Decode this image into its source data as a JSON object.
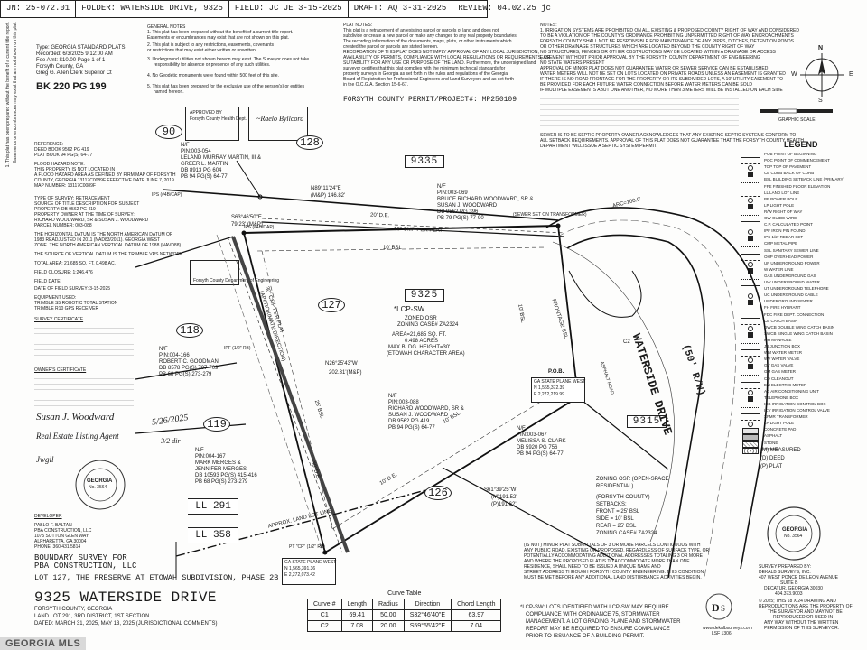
{
  "header": {
    "jn": "JN: 25-072.01",
    "folder": "FOLDER: WATERSIDE DRIVE, 9325",
    "field": "FIELD: JC JE 3-15-2025",
    "draft": "DRAFT: AQ 3-31-2025",
    "review": "REVIEW: 04.02.25 jc"
  },
  "recording": {
    "type": "Type: GEORGIA STANDARD PLATS",
    "recorded": "Recorded: 6/3/2025 9:12:00 AM",
    "fee": "Fee Amt: $10.00 Page 1 of 1",
    "county": "Forsyth County, GA",
    "clerk": "Greg G. Allen Clerk Superior Ct",
    "bk": "BK 220 PG 199"
  },
  "notes_left": {
    "general_title": "GENERAL NOTES",
    "g1": "1. This plat has been prepared without the benefit of a current title report.",
    "g2": "Easements or encumbrances may exist that are not shown on this plat.",
    "g3": "2. This plat is subject to any restrictions, easements, covenants",
    "g4": "or restrictions that may exist either written or unwritten.",
    "g5": "3. Underground utilities not shown hereon may exist. The Surveyor does not take",
    "g6": "responsibility for absence or presence of any such utilities.",
    "g7": "4. No Geodetic monuments were found within 500 feet of this site.",
    "g8": "5. This plat has been prepared for the exclusive use of the person(s) or entities",
    "g9": "named hereon.",
    "reference_title": "REFERENCE:",
    "r1": "DEED BOOK 9562 PG 419",
    "r2": "PLAT BOOK 94 PG(S) 64-77",
    "flood_title": "FLOOD HAZARD NOTE:",
    "f1": "THIS PROPERTY IS NOT LOCATED IN",
    "f2": "A FLOOD HAZARD AREA AS DEFINED BY FIRM MAP OF FORSYTH",
    "f3": "COUNTY, GEORGIA 13117C0089F EFFECTIVE DATE JUNE 7, 2019",
    "f4": "MAP NUMBER: 13117C0089F",
    "survey_title": "TYPE OF SURVEY: RETRACEMENT",
    "s1": "SOURCE OF TITLE DESCRIPTION FOR SUBJECT",
    "s2": "PROPERTY: DB 9562 PG 419",
    "s3": "PROPERTY OWNER AT THE TIME OF SURVEY:",
    "s4": "RICHARD WOODWARD, SR & SUSAN J. WOODWARD",
    "s5": "PARCEL NUMBER: 003-088",
    "datum1": "THE HORIZONTAL DATUM IS THE NORTH AMERICAN DATUM OF",
    "datum2": "1983 READJUSTED IN 2011 (NAD83/2011). GEORGIA WEST",
    "datum3": "ZONE. THE NORTH AMERICAN VERTICAL DATUM OF 1988 (NAVD88)",
    "network": "THE SOURCE OF VERTICAL DATUM IS THE TRIMBLE VRS NETWORK",
    "total_area": "TOTAL AREA: 21,685 SQ. FT. 0.498 AC.",
    "field_closure": "FIELD CLOSURE: 1:246,476",
    "field_date": "FIELD DATE:",
    "field_survey": "DATE OF FIELD SURVEY: 3-15-2025",
    "equipment_title": "EQUIPMENT USED:",
    "e1": "TRIMBLE S5 ROBOTIC TOTAL STATION",
    "e2": "TRIMBLE R10 GPS RECEIVER",
    "cert_title": "SURVEY CERTIFICATE",
    "owner_title": "OWNER'S CERTIFICATE",
    "developer_title": "DEVELOPER",
    "dev1": "PABLO F. BALTAN",
    "dev2": "PBA CONSTRUCTION, LLC",
    "dev3": "1075 SUTTON GLEN WAY",
    "dev4": "ALPHARETTA, GA 30004",
    "dev5": "PHONE: 360.431.5814"
  },
  "signatures": {
    "sig1": "Susan J. Woodward",
    "sig1_date": "5/26/2025",
    "sig2": "Real Estate Listing Agent",
    "sig2_date": "3/2 dir"
  },
  "seal": {
    "ring": "GEORGIA · REGISTERED · PROFESSIONAL · LAND SURVEYOR",
    "name": "GEORGIA",
    "no": "No. 3564"
  },
  "title_block": {
    "line1": "BOUNDARY SURVEY FOR",
    "line2": "PBA CONSTRUCTION, LLC",
    "line3": "LOT 127, THE PRESERVE AT ETOWAH SUBDIVISION, PHASE 2B",
    "address": "9325 WATERSIDE DRIVE",
    "county": "FORSYTH COUNTY, GEORGIA",
    "land_lot": "LAND LOT 291, 3RD DISTRICT, 1ST SECTION",
    "dated": "DATED: MARCH 31, 2025, MAY 13, 2025 (JURISDICTIONAL COMMENTS)"
  },
  "plat_notes_center": {
    "title": "PLAT NOTES:",
    "n1": "This plat is a retracement of an existing parcel or parcels of land and does not",
    "n2": "subdivide or create a new parcel or make any changes to any real property boundaries.",
    "n3": "The recording information of the documents, maps, plats, or other instruments which",
    "n4": "created the parcel or parcels are stated hereon.",
    "n5": "RECORDATION OF THIS PLAT DOES NOT IMPLY APPROVAL OF ANY LOCAL JURISDICTION,",
    "n6": "AVAILABILITY OF PERMITS, COMPLIANCE WITH LOCAL REGULATIONS OR REQUIREMENTS, OR",
    "n7": "SUITABILITY FOR ANY USE OR PURPOSE OF THE LAND. Furthermore, the undersigned land",
    "n8": "surveyor certifies that this plat complies with the minimum technical standards for",
    "n9": "property surveys in Georgia as set forth in the rules and regulations of the Georgia",
    "n10": "Board of Registration for Professional Engineers and Land Surveyors and as set forth",
    "n11": "in the O.C.G.A. Section 15-6-67.",
    "permit": "FORSYTH COUNTY PERMIT/PROJECT#: MP250109"
  },
  "approval": {
    "title1": "APPROVED BY",
    "title2": "Forsyth County Health Dept.",
    "stamp": "Forsyth County Department of Engineering"
  },
  "notes_right": {
    "title": "NOTES:",
    "n1": "1. IRRIGATION SYSTEMS ARE PROHIBITED ON ALL EXISTING & PROPOSED COUNTY RIGHT OF WAY AND CONSIDERED",
    "n2": "TO BE A VIOLATION OF THE COUNTY'S ORDINANCE PROHIBITING UNPERMITTED RIGHT OF WAY ENCROACHMENTS",
    "n3": "FORSYTH COUNTY SHALL NOT BE RESPONSIBLE FOR MAINTENANCE OF ANY PIPES, DITCHES, DETENTION PONDS",
    "n4": "OR OTHER DRAINAGE STRUCTURES WHICH ARE LOCATED BEYOND THE COUNTY RIGHT OF WAY",
    "n5": "NO STRUCTURES, FENCES OR OTHER OBSTRUCTIONS MAY BE LOCATED WITHIN A DRAINAGE OR ACCESS",
    "n6": "EASEMENT WITHOUT PRIOR APPROVAL BY THE FORSYTH COUNTY DEPARTMENT OF ENGINEERING",
    "n7": "NO STATE WATERS PRESENT",
    "n8": "APPROVAL OF MINOR PLAT DOES NOT GUARANTEE WATER OR SEWER SERVICE CAN BE ESTABLISHED",
    "n9": "WATER METERS WILL NOT BE SET ON LOTS LOCATED ON PRIVATE ROADS UNLESS AN EASEMENT IS GRANTED",
    "n10": "IF THERE IS NO ROAD FRONTAGE FOR THE PROPERTY OR ITS SUBDIVIDED LOTS, A 10' UTILITY EASEMENT TO",
    "n11": "BE PROVIDED FOR EACH FUTURE WATER CONNECTION BEFORE WATER METERS CAN BE SOLD",
    "n12": "IF MULTIPLE EASEMENTS ABUT ONE ANOTHER, NO MORE THAN 3 METERS WILL BE INSTALLED ON EACH SIDE",
    "n13": "SEWER IS TO BE SEPTIC PROPERTY OWNER ACKNOWLEDGES THAT ANY EXISTING SEPTIC SYSTEMS CONFORM TO",
    "n14": "ALL SETBACK REQUIREMENTS. APPROVAL OF THIS PLAT DOES NOT GUARANTEE THAT THE FORSYTH COUNTY HEALTH",
    "n15": "DEPARTMENT WILL ISSUE A SEPTIC SYSTEM PERMIT."
  },
  "lots": {
    "lot90": "90",
    "lot128": "128",
    "lot127": "127",
    "lot118": "118",
    "lot119": "119",
    "lot126": "126",
    "ll291": "LL 291",
    "ll358": "LL 358"
  },
  "owners": {
    "leland": [
      "N/F",
      "PIN:003-054",
      "LELAND MURRAY MARTIN, III &",
      "GREER L. MARTIN",
      "DB 8913 PG 604",
      "PB 94 PG(S) 64-77"
    ],
    "bruce": [
      "N/F",
      "PIN:003-069",
      "BRUCE RICHARD WOODWARD, SR &",
      "SUSAN J. WOODWARD",
      "DB 9562 PG 396",
      "PB 79 PG(S) 77-90"
    ],
    "robert": [
      "N/F",
      "PIN:004-166",
      "ROBERT C. GOODMAN",
      "DB 8578 PG(S) 707-709",
      "PB 68 PG(S) 273-279"
    ],
    "mark": [
      "N/F",
      "PIN:004-167",
      "MARK MERGES &",
      "JENNIFER MERGES",
      "DB 10593 PG(S) 415-416",
      "PB 68 PG(S) 273-279"
    ],
    "richard": [
      "N/F",
      "PIN:003-088",
      "RICHARD WOODWARD, SR &",
      "SUSAN J. WOODWARD",
      "DB 9562 PG 419",
      "PB 94 PG(S) 64-77"
    ],
    "melissa": [
      "N/F",
      "PIN:003-067",
      "MELISSA S. CLARK",
      "DB 5920 PG 756",
      "PB 94 PG(S) 64-77"
    ]
  },
  "subject_lot": {
    "address": "9325",
    "lcp": "*LCP-SW",
    "zoned": "ZONED OSR",
    "zoning_case": "ZONING CASE# ZA2324",
    "area1": "AREA=21,685 SQ. FT.",
    "area2": "0.498 ACRES",
    "height": "MAX BLDG. HEIGHT=30'",
    "overlay": "(ETOWAH CHARACTER AREA)"
  },
  "bearings": {
    "b1": "N89°11'24\"E",
    "b1d": "(M&P) 146.82'",
    "b2": "S63°46'50\"E",
    "b2d": "79.23' (M&P)",
    "b3": "N26°25'43\"W",
    "b3d": "202.31'(M&P)",
    "b4": "S61°39'25\"W",
    "b4d": "(M)191.52'",
    "b4p": "(P)191.62'",
    "arc": "ARC=100.0'"
  },
  "line_labels": {
    "cmp": "18\" CMP PER PLAT",
    "de20": "20' D.E.",
    "bsl10": "10' BSL",
    "cmp30": "30\" CMP PER PLAT",
    "approx": "(APPROXIMATE DIRECTION)",
    "bsl25": "25' BSL",
    "de30": "30' D.E.",
    "bsl10b": "10' BSL",
    "bsl10c": "10' BSL",
    "frontage": "FRONTAGE BSL",
    "bsl25b": "25' BSL",
    "lot_line": "APPROX. LAND LOT LINE",
    "cleanout": "(SEWER SET ON TRANSFORMER)",
    "de10": "10' D.E.",
    "c2": "C2"
  },
  "pins": {
    "ips1": "IPS (#4B/CAP)",
    "ips2": "IPS (#4B/CAP)",
    "ipf": "IPF (1/2\" RB)",
    "ipf2": "IPF (1/2\" RB)",
    "pt": "PT \"CP\" (1/2\" RB)"
  },
  "pob": {
    "title": "P.O.B.",
    "l1": "GA STATE PLANE WEST",
    "l2": "N 1,565,372.39",
    "l3": "E 2,272,219.99"
  },
  "tie": {
    "title": "PT \"CP\" (1/2\" RB)",
    "l1": "GA STATE PLANE WEST",
    "l2": "N 1,565,391.36",
    "l3": "E 2,272,073.42"
  },
  "street": {
    "name": "WATERSIDE DRIVE",
    "rw": "(50' R/W)",
    "asphalt": "ASPHALT ROAD",
    "addr": "9315"
  },
  "neighbor_addr": {
    "a9335": "9335",
    "a9315": "9315"
  },
  "zoning_right": {
    "l1": "ZONING OSR (OPEN-SPACE",
    "l2": "RESIDENTIAL)",
    "l3": "(FORSYTH COUNTY)",
    "l4": "SETBACKS:",
    "l5": "FRONT = 25' BSL",
    "l6": "SIDE = 10' BSL",
    "l7": "REAR = 25' BSL",
    "l8": "ZONING CASE# ZA2324"
  },
  "curve_table": {
    "title": "Curve Table",
    "headers": [
      "Curve #",
      "Length",
      "Radius",
      "Direction",
      "Chord Length"
    ],
    "rows": [
      [
        "C1",
        "69.41",
        "50.00",
        "S32°46'40\"E",
        "63.97"
      ],
      [
        "C2",
        "7.08",
        "20.00",
        "S59°55'42\"E",
        "7.04"
      ]
    ]
  },
  "bottom_notes": {
    "n1": "(IS NOT) MINOR PLAT SUBMITTALS OF 3 OR MORE PARCELS CONTIGUOUS WITH",
    "n2": "ANY PUBLIC ROAD, EXISTING OR PROPOSED, REGARDLESS OF SURFACE TYPE, OR",
    "n3": "POTENTIALLY ACCOMMODATING ADDITIONAL ADDRESSES TOTALING 3 OR MORE",
    "n4": "AND WHERE THE PROPOSED PLAT IS TO ACCOMMODATE MORE THAN ONE",
    "n5": "RESIDENCE, SHALL NEED TO BE ISSUED A UNIQUE NAME AND",
    "n6": "STREET ADDRESS THROUGH FORSYTH COUNTY ENGINEERING. THIS CONDITION",
    "n7": "MUST BE MET BEFORE ANY ADDITIONAL LAND DISTURBANCE ACTIVITIES BEGIN.",
    "lcp1": "*LCP-SW: LOTS IDENTIFIED WITH LCP-SW MAY REQUIRE",
    "lcp2": "COMPLIANCE WITH ORDINANCE 75, STORMWATER",
    "lcp3": "MANAGEMENT. A LOT GRADING PLANE AND STORMWATER",
    "lcp4": "REPORT MAY BE REQUIRED TO ENSURE COMPLIANCE",
    "lcp5": "PRIOR TO ISSUANCE OF A BUILDING PERMIT."
  },
  "legend": {
    "title": "LEGEND",
    "items": [
      "POB POINT OF BEGINNING",
      "POC POINT OF COMMENCEMENT",
      "TOP TOP OF PAVEMENT",
      "CB CURB BACK OF CURB",
      "BSL BUILDING SETBACK LINE (PRIMARY)",
      "FFE FINISHED FLOOR ELEVATION",
      "LL LAND LOT LINE",
      "PP POWER POLE",
      "LP LIGHT POLE",
      "R/W RIGHT OF WAY",
      "GW GUIDE WIRE",
      "C.P. CALCULATED POINT",
      "IPF IRON PIN FOUND",
      "IPS 1/2\" REBAR SET",
      "CMP METAL PIPE",
      "SSL SANITARY SEWER LINE",
      "OHP OVERHEAD POWER",
      "UP UNDERGROUND POWER",
      "W WATER LINE",
      "GAS UNDERGROUND GAS",
      "UW UNDERGROUND WATER",
      "UT UNDERGROUND TELEPHONE",
      "UC UNDERGROUND CABLE",
      "UNDERGROUND SEWER",
      "FH FIRE HYDRANT",
      "FDC FIRE DEPT. CONNECTION",
      "CB CATCH BASIN",
      "DWCB DOUBLE WING CATCH BASIN",
      "SWCB SINGLE WING CATCH BASIN",
      "MH MANHOLE",
      "JB JUNCTION BOX",
      "WM WATER METER",
      "WV WATER VALVE",
      "GV GAS VALVE",
      "GM GAS METER",
      "CO CLEANOUT",
      "EM ELECTRIC METER",
      "AC AIR CONDITIONING UNIT",
      "TELEPHONE BOX",
      "ICB IRRIGATION CONTROL BOX",
      "ICV IRRIGATION CONTROL VALVE",
      "XFMR TRANSFORMER",
      "LP LIGHT POLE",
      "CONCRETE PAD",
      "ASPHALT",
      "STONE",
      "GRAVEL"
    ],
    "measured": "(M) MEASURED",
    "deed": "(D) DEED",
    "plat": "(P) PLAT"
  },
  "surveyor": {
    "prepared": "SURVEY PREPARED BY:",
    "firm": "DEKALB SURVEYS, INC.",
    "addr1": "407 WEST PONCE DE LEON AVENUE",
    "addr2": "SUITE B",
    "addr3": "DECATUR, GEORGIA 30030",
    "phone": "404.373.9003",
    "web": "www.dekalbsurveys.com",
    "lsf": "LSF 1306",
    "copy1": "© 2025; THIS 18 X 24 DRAWING AND",
    "copy2": "REPRODUCTIONS ARE THE PROPERTY OF",
    "copy3": "THE SURVEYOR AND MAY NOT BE",
    "copy4": "REPRODUCED OR USED IN",
    "copy5": "ANY WAY WITHOUT THE WRITTEN",
    "copy6": "PERMISSION OF THIS SURVEYOR."
  },
  "north": {
    "n": "N",
    "s": "S",
    "e": "E",
    "w": "W"
  },
  "scale": {
    "label": "GRAPHIC SCALE"
  },
  "watermark": "GEORGIA MLS"
}
